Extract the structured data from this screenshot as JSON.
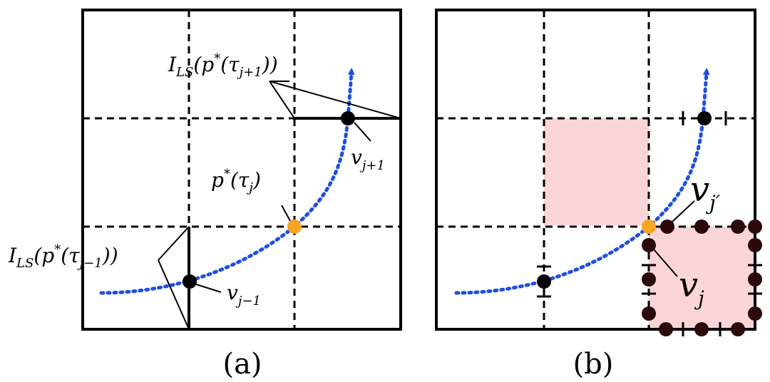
{
  "panels": [
    {
      "caption": "(a)",
      "labels": {
        "interval_upper": "I_LS(p*(τ_{j+1}))",
        "interval_lower": "I_LS(p*(τ_{j−1}))",
        "p_star": "p*(τ_j)",
        "v_upper": "v_{j+1}",
        "v_lower": "v_{j−1}"
      }
    },
    {
      "caption": "(b)",
      "labels": {
        "v_jprime": "v_{j′}",
        "v_j": "v_j"
      }
    }
  ],
  "colors": {
    "trajectory": "#1f4fe0",
    "point": "#000000",
    "intersection": "#f5a623",
    "highlight": "#f9d5d8",
    "dark_point": "#2a0a0a"
  }
}
